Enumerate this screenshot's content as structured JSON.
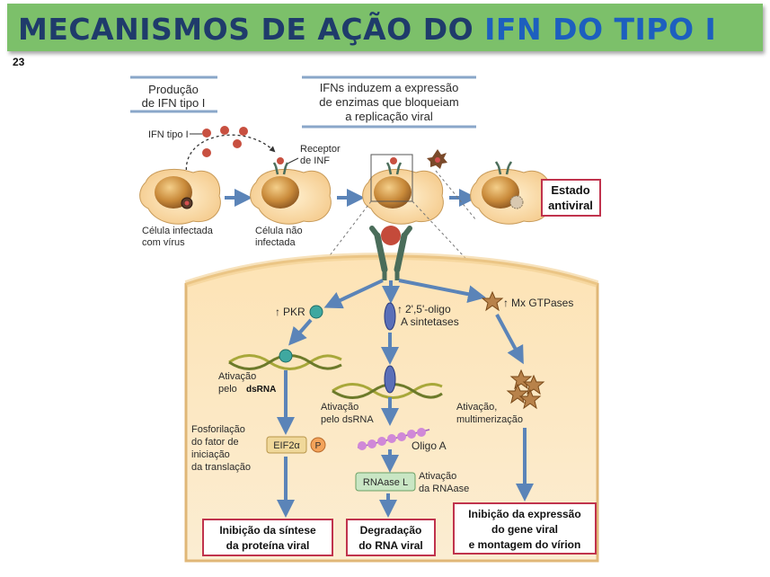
{
  "header": {
    "title_main": "MECANISMOS DE AÇÃO DO ",
    "title_highlight": "IFN DO TIPO I",
    "slide_number": "23"
  },
  "diagram": {
    "top": {
      "box_production": [
        "Produção",
        "de IFN tipo I"
      ],
      "box_induction": [
        "IFNs induzem a expressão",
        "de enzimas que bloqueiam",
        "a replicação viral"
      ],
      "ifn_label": "IFN tipo I",
      "receptor_label": [
        "Receptor",
        "de INF"
      ],
      "infected_cell_label": [
        "Célula infectada",
        "com vírus"
      ],
      "uninfected_cell_label": [
        "Célula não",
        "infectada"
      ],
      "antiviral_state": [
        "Estado",
        "antiviral"
      ]
    },
    "pathways": {
      "pkr": {
        "enzyme": "PKR",
        "activation": [
          "Ativação",
          "pelo "
        ],
        "activation_bold": "dsRNA",
        "phosphorylation": [
          "Fosforilação",
          "do fator de",
          "iniciação",
          "da translação"
        ],
        "eif": "EIF2α",
        "phosphate": "P",
        "result": [
          "Inibição da síntese",
          "da proteína viral"
        ]
      },
      "oas": {
        "enzyme": [
          "2',5'-oligo",
          "A sintetases"
        ],
        "activation": [
          "Ativação",
          "pelo dsRNA"
        ],
        "oligo": "Oligo A",
        "rnase": "RNAase L",
        "rnase_activation": [
          "Ativação",
          "da RNAase"
        ],
        "result": [
          "Degradação",
          "do RNA viral"
        ]
      },
      "mx": {
        "enzyme": "Mx GTPases",
        "activation": [
          "Ativação,",
          "multimerização"
        ],
        "result": [
          "Inibição da expressão",
          "do gene viral",
          "e montagem do vírion"
        ]
      }
    },
    "colors": {
      "title_bar": "#7cc06a",
      "title_text": "#1f3b6b",
      "title_highlight": "#1d5fbf",
      "cell_fill": "#fbe3b8",
      "arrow": "#5b84b8",
      "result_border": "#c0334d"
    }
  }
}
